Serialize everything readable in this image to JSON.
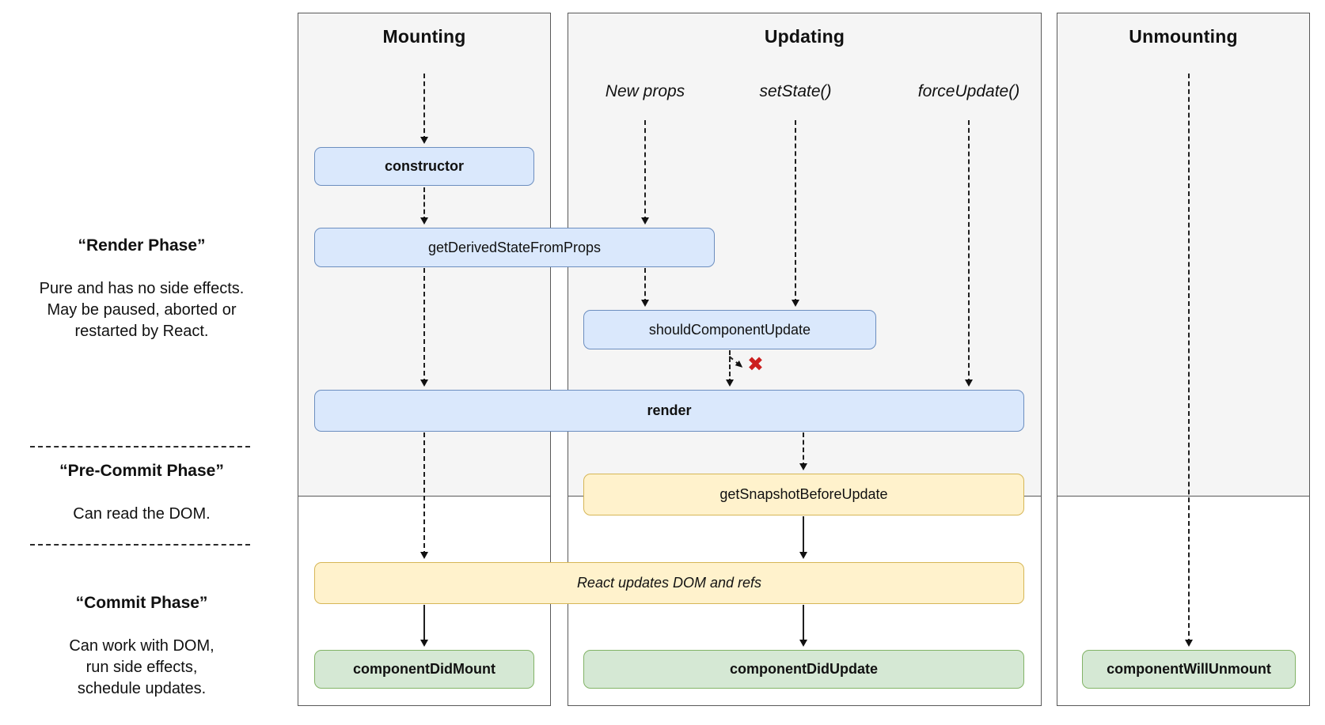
{
  "left_panel": {
    "sections": [
      {
        "heading": "“Render Phase”",
        "body_lines": [
          "Pure and has no side effects.",
          "May be paused, aborted or",
          "restarted by React."
        ]
      },
      {
        "heading": "“Pre-Commit Phase”",
        "body_lines": [
          "Can read the DOM."
        ]
      },
      {
        "heading": "“Commit Phase”",
        "body_lines": [
          "Can work with DOM,",
          "run side effects,",
          "schedule updates."
        ]
      }
    ]
  },
  "columns": [
    {
      "title": "Mounting"
    },
    {
      "title": "Updating"
    },
    {
      "title": "Unmounting"
    }
  ],
  "triggers": [
    "New props",
    "setState()",
    "forceUpdate()"
  ],
  "nodes": {
    "constructor": {
      "label": "constructor"
    },
    "get_derived_state_from_props": {
      "label": "getDerivedStateFromProps"
    },
    "should_component_update": {
      "label": "shouldComponentUpdate"
    },
    "render": {
      "label": "render"
    },
    "get_snapshot_before_update": {
      "label": "getSnapshotBeforeUpdate"
    },
    "react_updates_dom": {
      "label": "React updates DOM and refs"
    },
    "component_did_mount": {
      "label": "componentDidMount"
    },
    "component_did_update": {
      "label": "componentDidUpdate"
    },
    "component_will_unmount": {
      "label": "componentWillUnmount"
    }
  },
  "annotations": {
    "no_update_x": "✖"
  },
  "colors": {
    "column_bg": "#f5f5f5",
    "column_border": "#595959",
    "render_phase_blue_fill": "#dae8fc",
    "render_phase_blue_border": "#6c8ebf",
    "dom_yellow_fill": "#fff2cc",
    "dom_yellow_border": "#d6b656",
    "commit_green_fill": "#d5e8d4",
    "commit_green_border": "#82b366",
    "no_update_red": "#cc1f1f"
  }
}
